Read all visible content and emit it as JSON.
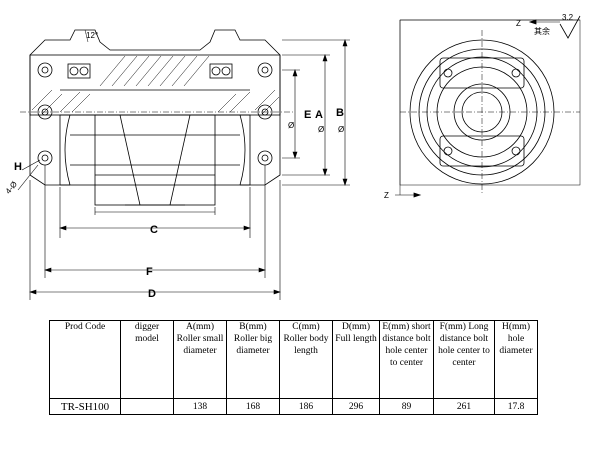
{
  "drawing": {
    "dimension_labels": {
      "A": "A",
      "B": "B",
      "C": "C",
      "D": "D",
      "E": "E",
      "F": "F",
      "H": "H"
    },
    "angle_note": "12°",
    "hole_note": "4-Ø",
    "diameter_symbol": "Ø",
    "axis_label": "Z",
    "roughness_note": "其余",
    "roughness_value": "3.2"
  },
  "table": {
    "headers": [
      "Prod Code",
      "digger model",
      "A(mm) Roller small diameter",
      "B(mm) Roller big diameter",
      "C(mm) Roller body length",
      "D(mm) Full length",
      "E(mm) short distance bolt hole center to center",
      "F(mm) Long distance bolt hole center to center",
      "H(mm) hole diameter"
    ],
    "rows": [
      [
        "TR-SH100",
        "",
        "138",
        "168",
        "186",
        "296",
        "89",
        "261",
        "17.8"
      ]
    ]
  }
}
